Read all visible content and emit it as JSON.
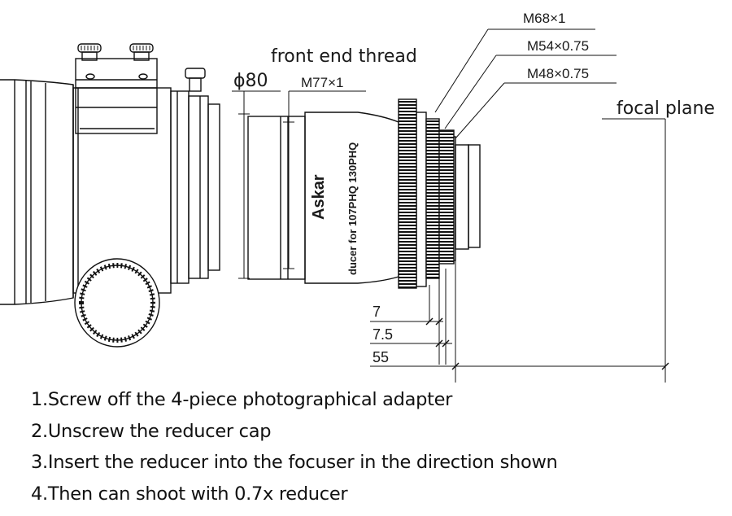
{
  "labels": {
    "m68": "M68×1",
    "m54": "M54×0.75",
    "m48": "M48×0.75",
    "front_end_thread": "front end thread",
    "diameter": "ϕ80",
    "m77": "M77×1",
    "focal_plane": "focal plane",
    "dim_7": "7",
    "dim_7_5": "7.5",
    "dim_55": "55",
    "brand": "Askar",
    "reducer_text": "ducer for 107PHQ 130PHQ"
  },
  "steps": [
    "1.Screw off the 4-piece photographical adapter",
    "2.Unscrew the reducer cap",
    "3.Insert the reducer into the focuser in the direction shown",
    "4.Then can shoot with 0.7x reducer"
  ]
}
